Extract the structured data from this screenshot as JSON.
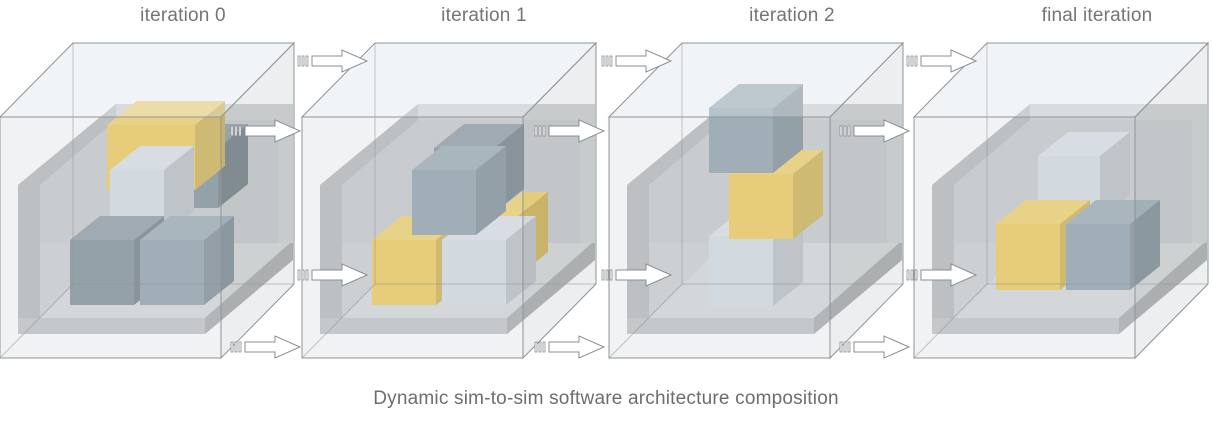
{
  "iterations": [
    {
      "label": "iteration 0"
    },
    {
      "label": "iteration 1"
    },
    {
      "label": "iteration 2"
    },
    {
      "label": "final iteration"
    }
  ],
  "caption": "Dynamic sim-to-sim software architecture composition",
  "colors": {
    "dark_block": "#6c7c86",
    "mid_block": "#7e929d",
    "light_block": "#d1d8de",
    "yellow_block": "#f0c43a",
    "enclosure": "#c4c6c7",
    "arrow": "#ffffff"
  },
  "icons": [
    "arrow-right-icon"
  ]
}
